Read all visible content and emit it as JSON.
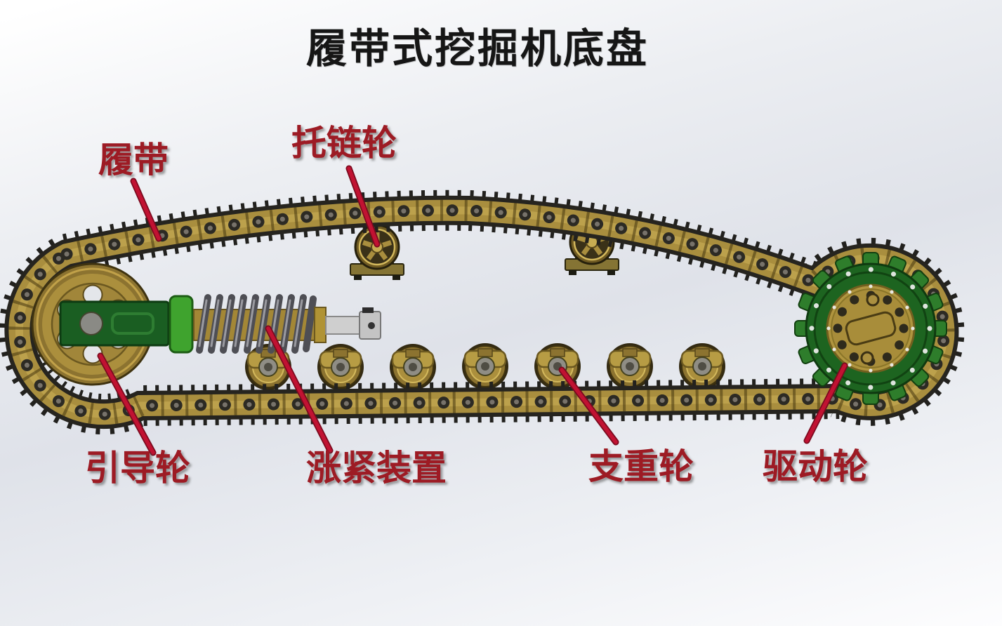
{
  "title": "履带式挖掘机底盘",
  "callouts": [
    {
      "id": "track",
      "label": "履带"
    },
    {
      "id": "carrier",
      "label": "托链轮"
    },
    {
      "id": "idler",
      "label": "引导轮"
    },
    {
      "id": "tension",
      "label": "涨紧装置"
    },
    {
      "id": "support",
      "label": "支重轮"
    },
    {
      "id": "drive",
      "label": "驱动轮"
    }
  ],
  "colors": {
    "label_red": "#9d1b24",
    "leader_red": "#c11232",
    "track_gold": "#a98e3e",
    "track_dark": "#26241f",
    "idler_brass": "#ab8f3d",
    "sprocket_green": "#1d6420",
    "yoke_green": "#1a5e22",
    "flange_green": "#3fa32e",
    "background_mid": "#dfe2e9",
    "title_black": "#161616"
  }
}
